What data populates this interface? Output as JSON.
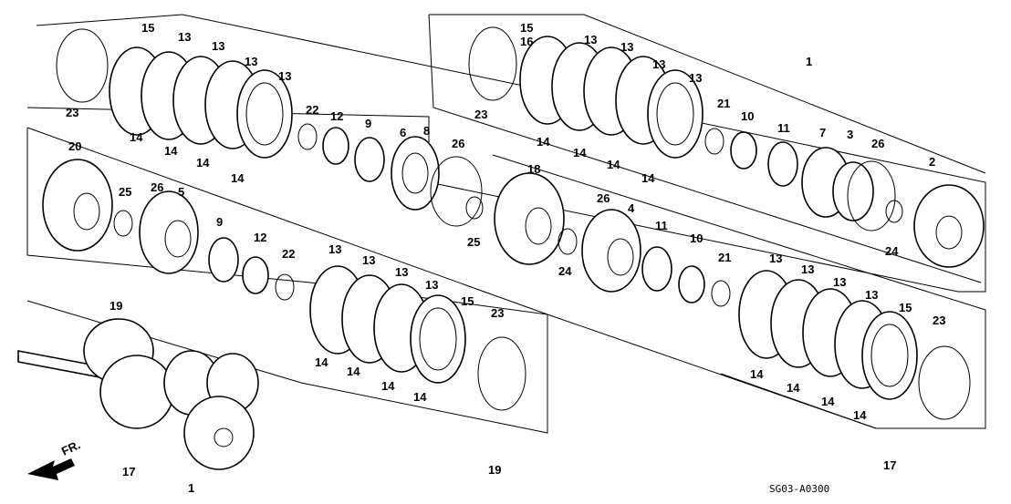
{
  "diagram": {
    "code": "SG03-A0300",
    "direction_label": "FR.",
    "labels": {
      "upper_left": [
        "23",
        "15",
        "13",
        "13",
        "13",
        "13",
        "14",
        "14",
        "14",
        "14",
        "22",
        "12",
        "9",
        "6",
        "8",
        "26",
        "25"
      ],
      "upper_right": [
        "1",
        "15",
        "16",
        "13",
        "13",
        "13",
        "13",
        "23",
        "14",
        "14",
        "14",
        "14",
        "21",
        "10",
        "11",
        "7",
        "3",
        "26",
        "2",
        "24"
      ],
      "middle_left": [
        "20",
        "25",
        "26",
        "5",
        "9",
        "12",
        "22",
        "13",
        "13",
        "13",
        "13",
        "15",
        "23",
        "14",
        "14",
        "14",
        "14",
        "19"
      ],
      "middle_center": [
        "18",
        "26",
        "4",
        "11",
        "10",
        "21",
        "24"
      ],
      "lower_right": [
        "13",
        "13",
        "13",
        "13",
        "15",
        "23",
        "14",
        "14",
        "14",
        "14",
        "17"
      ],
      "shaft": [
        "19",
        "17",
        "1"
      ]
    }
  }
}
